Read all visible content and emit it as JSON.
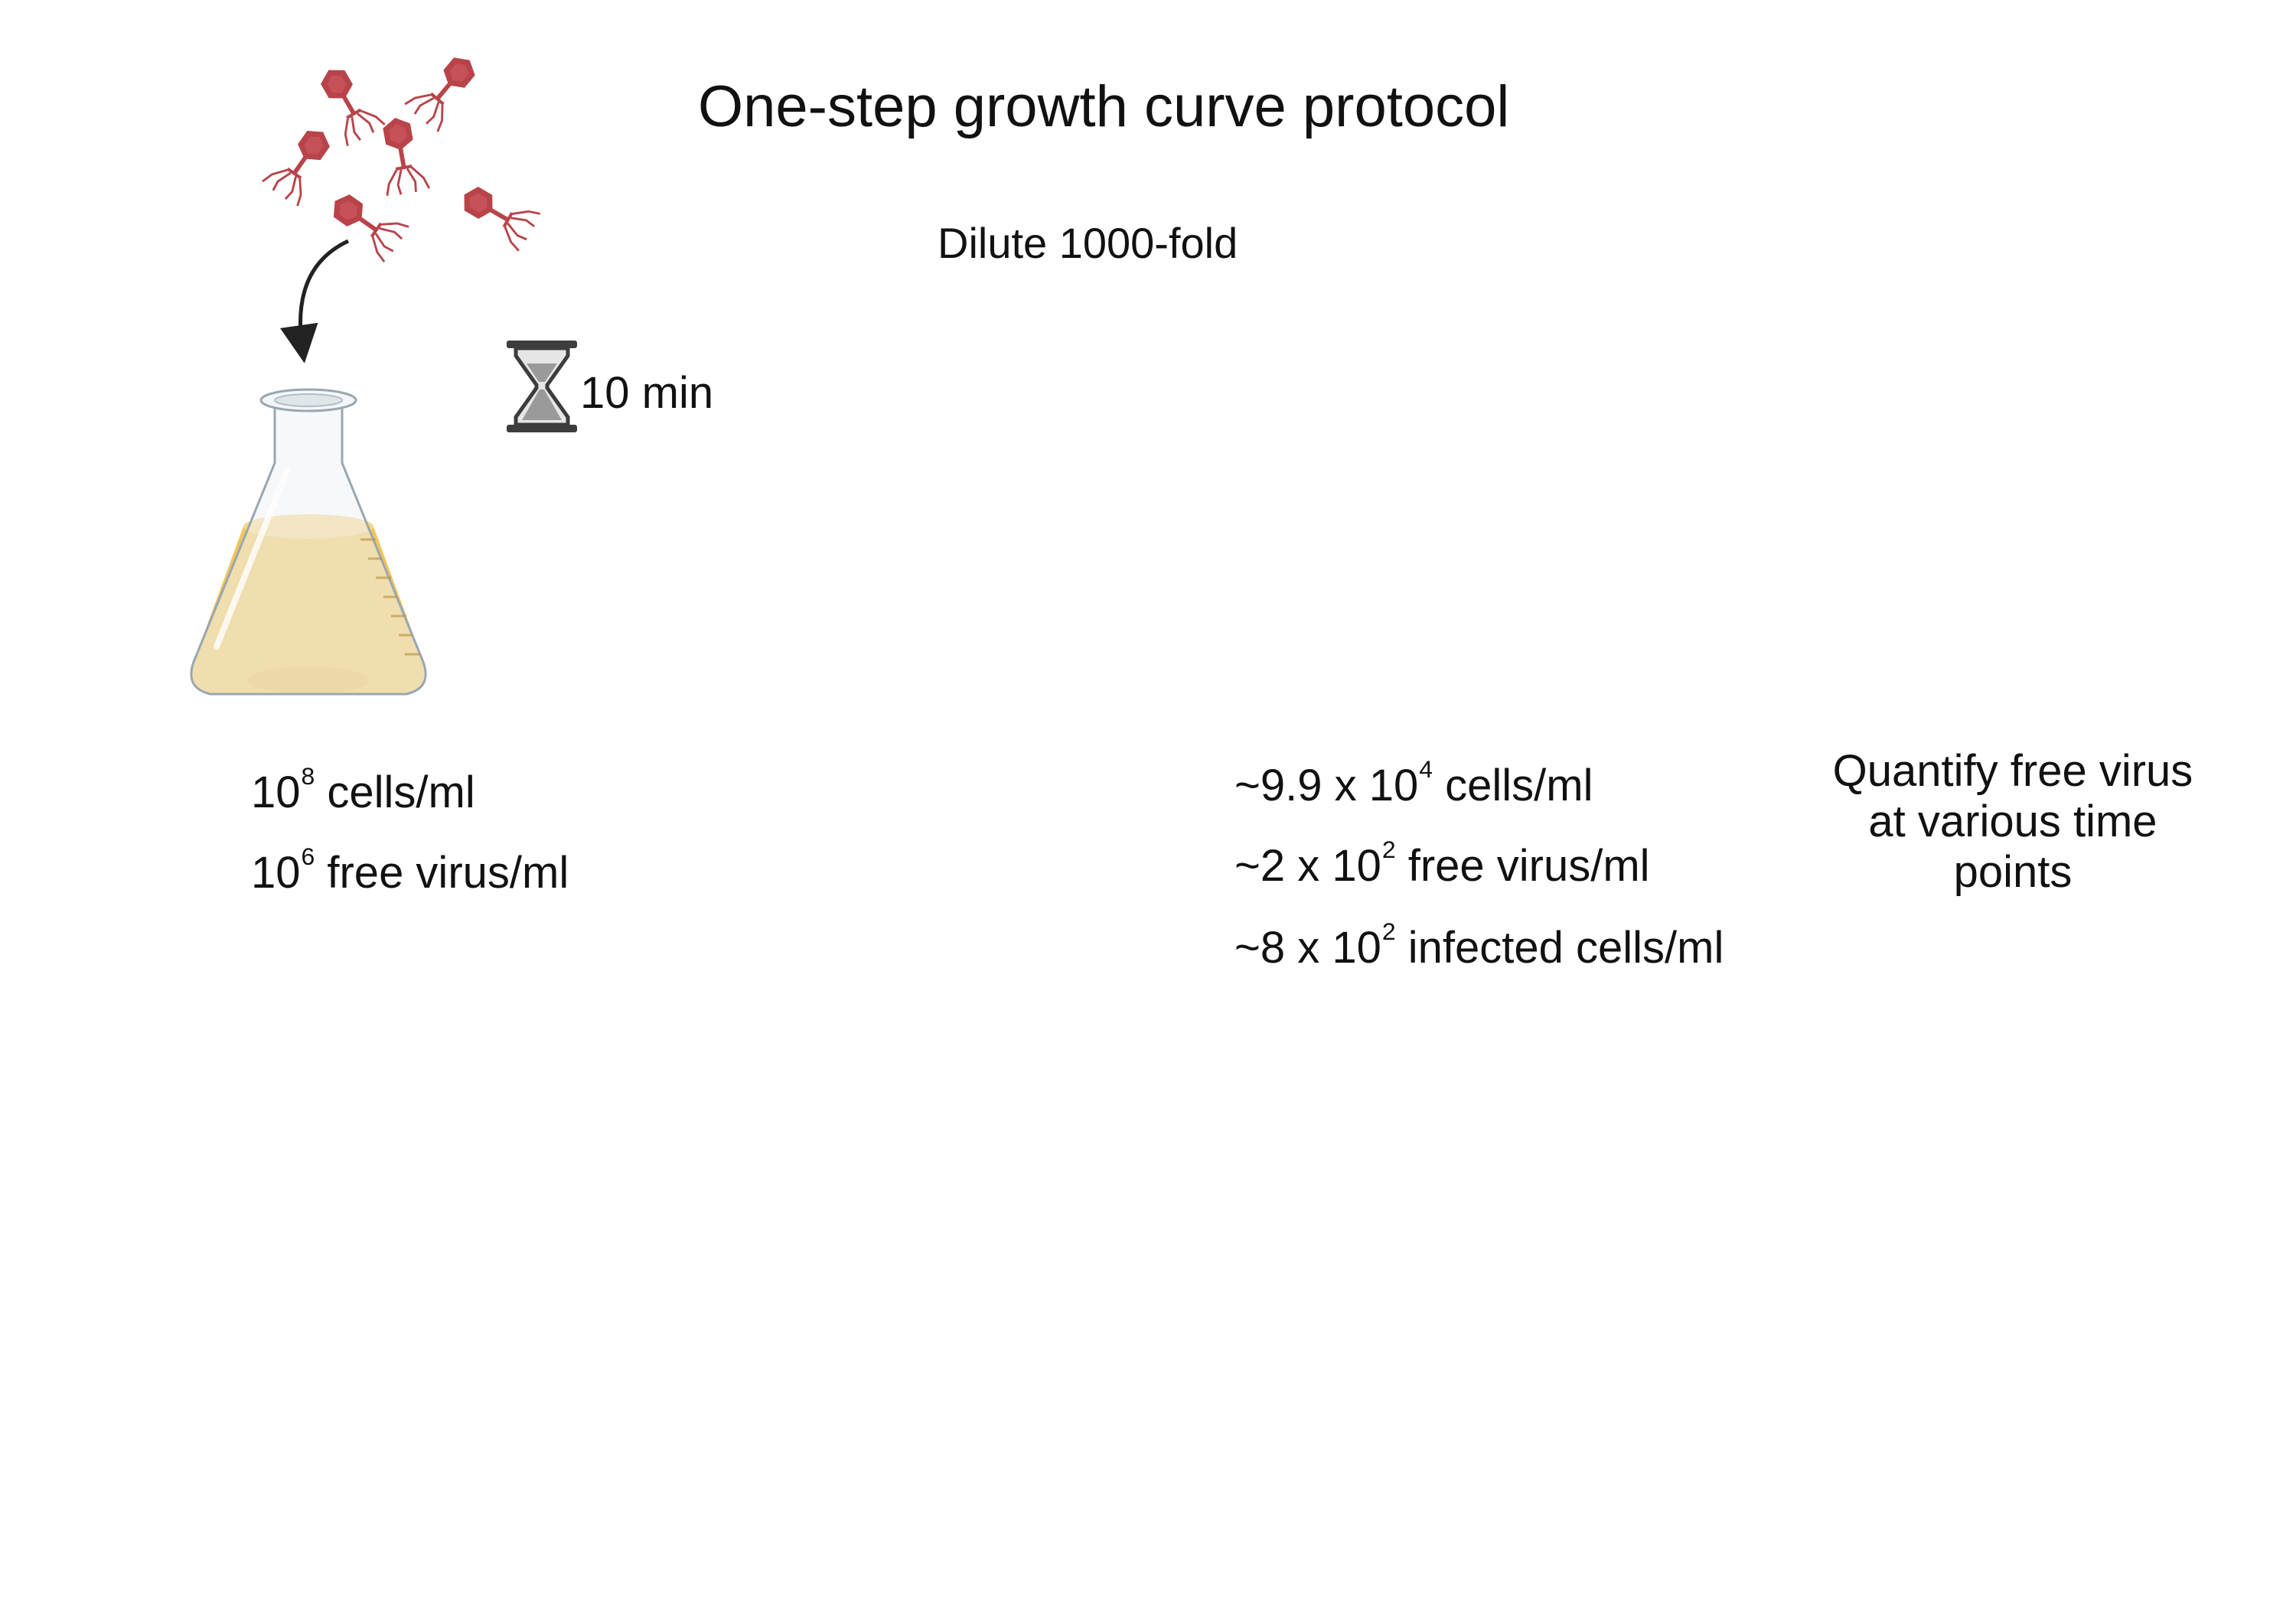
{
  "title": "One-step growth curve protocol",
  "steps": {
    "incubation_time": "10 min",
    "dilution": "Dilute 1000-fold",
    "quantify_lines": [
      "Quantify free virus",
      "at various time",
      "points"
    ]
  },
  "initial_legend": [
    {
      "icon": "bacterium-icon",
      "base": "10",
      "exp": "8",
      "rest": " cells/ml"
    },
    {
      "icon": "phage-icon",
      "base": "10",
      "exp": "6",
      "rest": " free virus/ml"
    }
  ],
  "diluted_legend": [
    {
      "icon": "bacterium-icon",
      "base": "~9.9 x 10",
      "exp": "4",
      "rest": " cells/ml"
    },
    {
      "icon": "phage-icon",
      "base": "~2 x 10",
      "exp": "2",
      "rest": " free virus/ml"
    },
    {
      "icon": "infected-bacterium-icon",
      "base": "~8 x 10",
      "exp": "2",
      "rest": " infected cells/ml"
    }
  ],
  "icons": [
    "phage-icon",
    "bacterium-icon",
    "infected-bacterium-icon",
    "flask-icon",
    "hourglass-icon",
    "petri-dish-icon",
    "arrow-icon",
    "cycle-arrow-icon"
  ],
  "colors": {
    "phage": "#b8444a",
    "cell": "#d9607a",
    "infected_cell": "#8a1c22",
    "culture": "#f1c65a",
    "diluted_culture": "#f8e6b8",
    "plate_agar": "#f0a862",
    "arrow": "#222222"
  }
}
